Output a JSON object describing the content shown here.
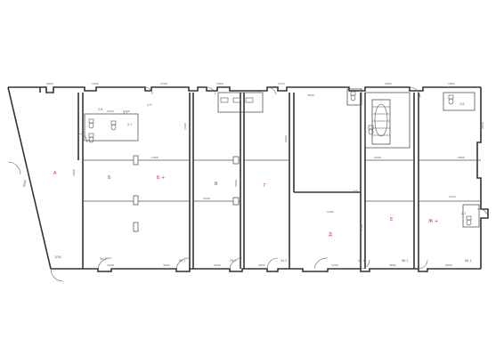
{
  "rooms": [
    {
      "id": "A",
      "label": "А",
      "area": "2/38"
    },
    {
      "id": "B",
      "label": "Б",
      "area": "34,3"
    },
    {
      "id": "B2",
      "label": "Б +",
      "area": "66,1"
    },
    {
      "id": "V",
      "label": "В",
      "area": "29,5"
    },
    {
      "id": "G",
      "label": "Г",
      "area": "54,5"
    },
    {
      "id": "D",
      "label": "Д",
      "area": "59,3"
    },
    {
      "id": "E",
      "label": "Е",
      "area": "88,1"
    },
    {
      "id": "Zh",
      "label": "Ж +",
      "area": "88,1"
    }
  ],
  "wc_labels": [
    "2,6",
    "3,2",
    "2,7",
    "2,0",
    "3,6",
    "3,6",
    "2,1"
  ],
  "colors": {
    "walls": "#333333",
    "room_labels": "#d03030",
    "area_labels": "#1a8a3a"
  }
}
